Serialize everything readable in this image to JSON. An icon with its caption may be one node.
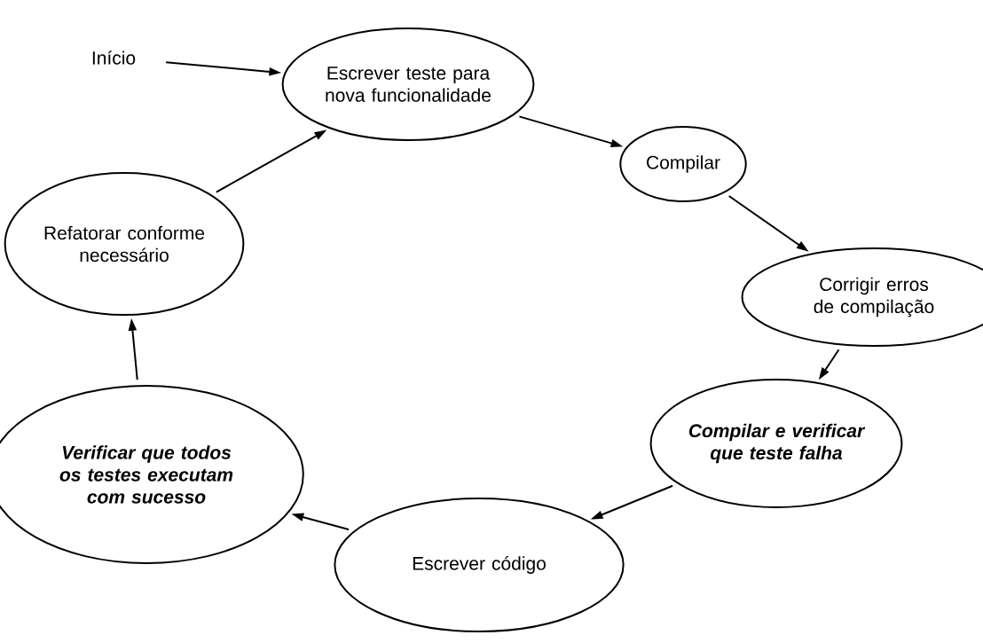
{
  "diagram": {
    "nodes": [
      {
        "text": [
          "Início"
        ]
      },
      {
        "text": [
          "Escrever teste para nova funcionalidade"
        ]
      },
      {
        "text": [
          "Compilar"
        ]
      },
      {
        "text": [
          "Corrigir erros de compilação"
        ]
      },
      {
        "text": [
          "Compilar e verificar que teste falha"
        ]
      },
      {
        "text": [
          "Escrever código"
        ]
      },
      {
        "text": [
          "Verificar que todos os testes executam com sucesso"
        ]
      },
      {
        "text": [
          "Refatorar conforme necessário"
        ]
      }
    ],
    "edges": [
      {
        "from": 0,
        "to": 1,
        "arrow": "to"
      },
      {
        "from": 1,
        "to": 2,
        "arrow": "to"
      },
      {
        "from": 2,
        "to": 3,
        "arrow": "to"
      },
      {
        "from": 3,
        "to": 4,
        "arrow": "to"
      },
      {
        "from": 4,
        "to": 5,
        "arrow": "to"
      },
      {
        "from": 5,
        "to": 6,
        "arrow": "to"
      },
      {
        "from": 6,
        "to": 7,
        "arrow": "to"
      },
      {
        "from": 7,
        "to": 1,
        "arrow": "to"
      }
    ]
  }
}
